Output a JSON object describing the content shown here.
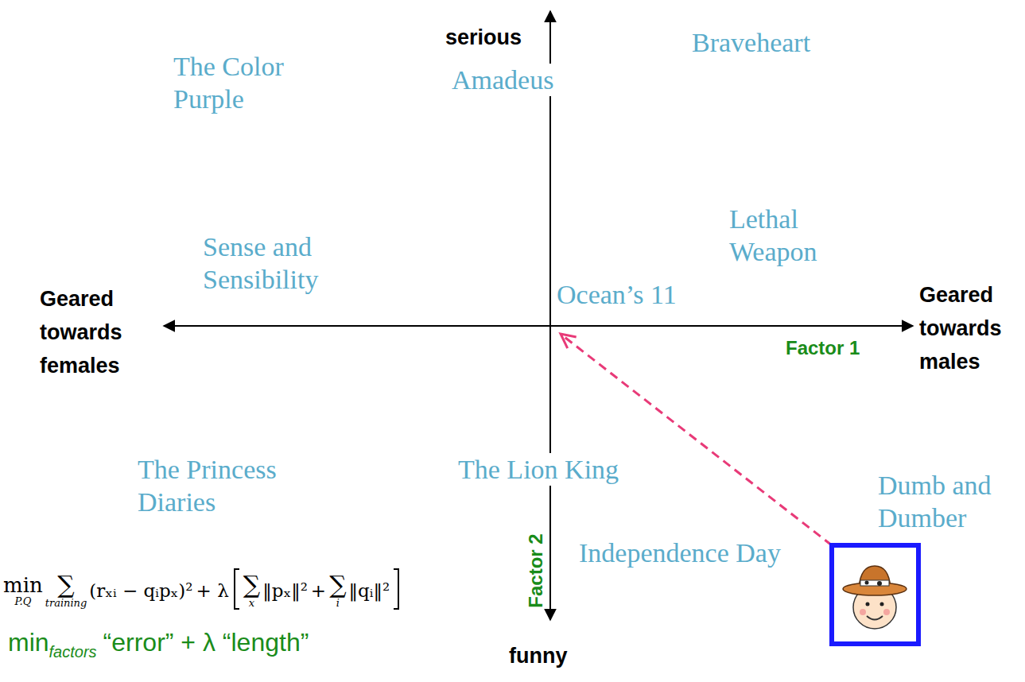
{
  "diagram": {
    "labels": [
      "serious",
      "Braveheart",
      "The Color Purple",
      "Amadeus",
      "Lethal Weapon",
      "Sense and Sensibility",
      "Geared towards females",
      "Ocean’s 11",
      "Geared towards males",
      "Factor 1",
      "The Princess Diaries",
      "The Lion King",
      "Dumb and Dumber",
      "Factor 2",
      "Independence Day",
      "min",
      "P.Q",
      "∑",
      "training",
      "(rₓᵢ − qᵢpₓ)²",
      "+ λ",
      "∑",
      "x",
      "‖pₓ‖²",
      "+",
      "∑",
      "i",
      "‖qᵢ‖²",
      "min",
      "factors",
      "“error” + λ “length”",
      "funny"
    ]
  }
}
